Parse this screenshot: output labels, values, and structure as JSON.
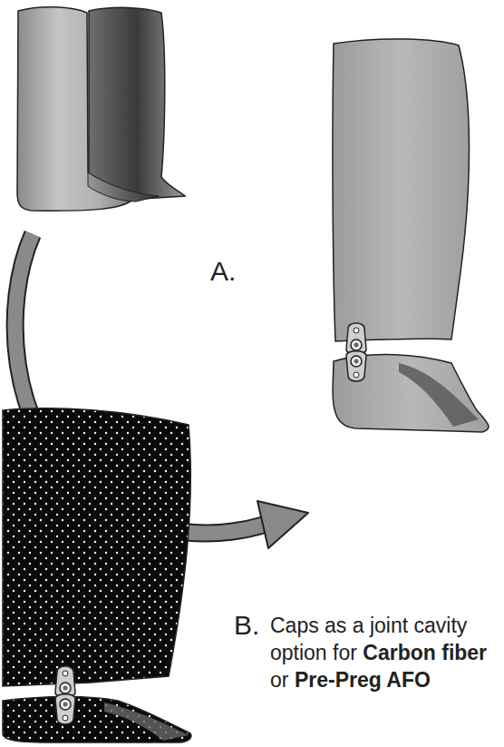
{
  "diagram": {
    "labels": [
      "A.",
      "B.",
      "Caps as a joint cavity",
      "option for",
      "Carbon fiber",
      "or",
      "Pre-Preg AFO"
    ]
  }
}
